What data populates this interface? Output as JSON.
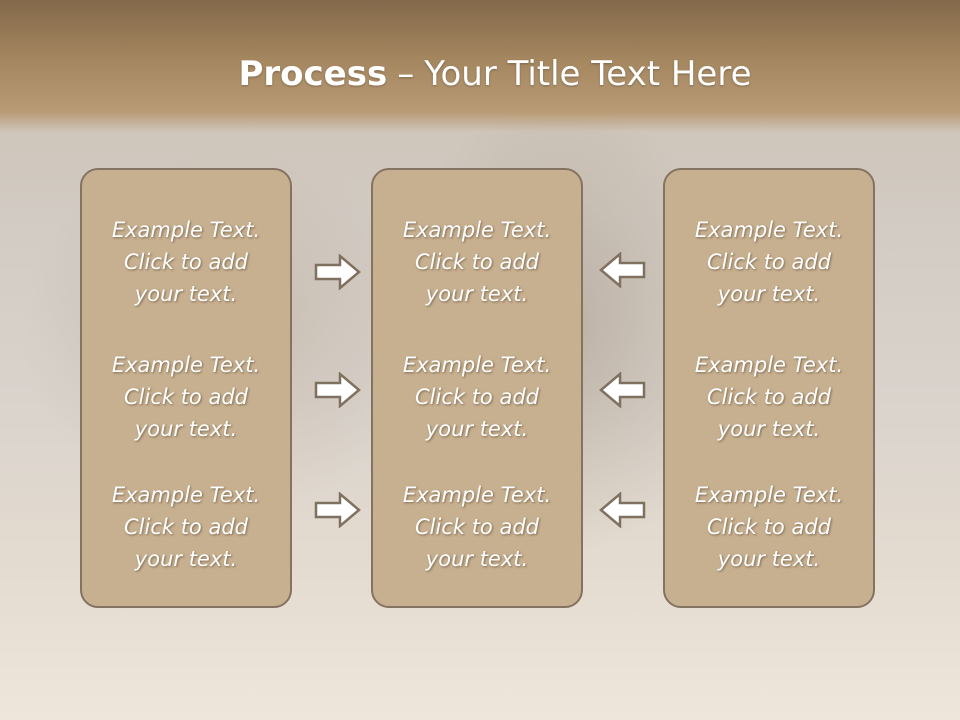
{
  "title": {
    "bold": "Process",
    "separator": "–",
    "rest": "Your Title Text Here"
  },
  "columns": [
    {
      "blocks": [
        [
          "Example Text.",
          "Click  to add",
          "your text."
        ],
        [
          "Example Text.",
          "Click  to add",
          "your text."
        ],
        [
          "Example Text.",
          "Click  to add",
          "your text."
        ]
      ]
    },
    {
      "blocks": [
        [
          "Example Text.",
          "Click  to add",
          "your text."
        ],
        [
          "Example Text.",
          "Click  to add",
          "your text."
        ],
        [
          "Example Text.",
          "Click  to add",
          "your text."
        ]
      ]
    },
    {
      "blocks": [
        [
          "Example Text.",
          "Click  to add",
          "your text."
        ],
        [
          "Example Text.",
          "Click  to add",
          "your text."
        ],
        [
          "Example Text.",
          "Click  to add",
          "your text."
        ]
      ]
    }
  ],
  "arrows": {
    "left_group": "right-arrow-icon",
    "right_group": "left-arrow-icon"
  },
  "colors": {
    "box_fill": "#c7b090",
    "box_border": "#857361",
    "header": "#a4865f",
    "text": "#ffffff"
  }
}
